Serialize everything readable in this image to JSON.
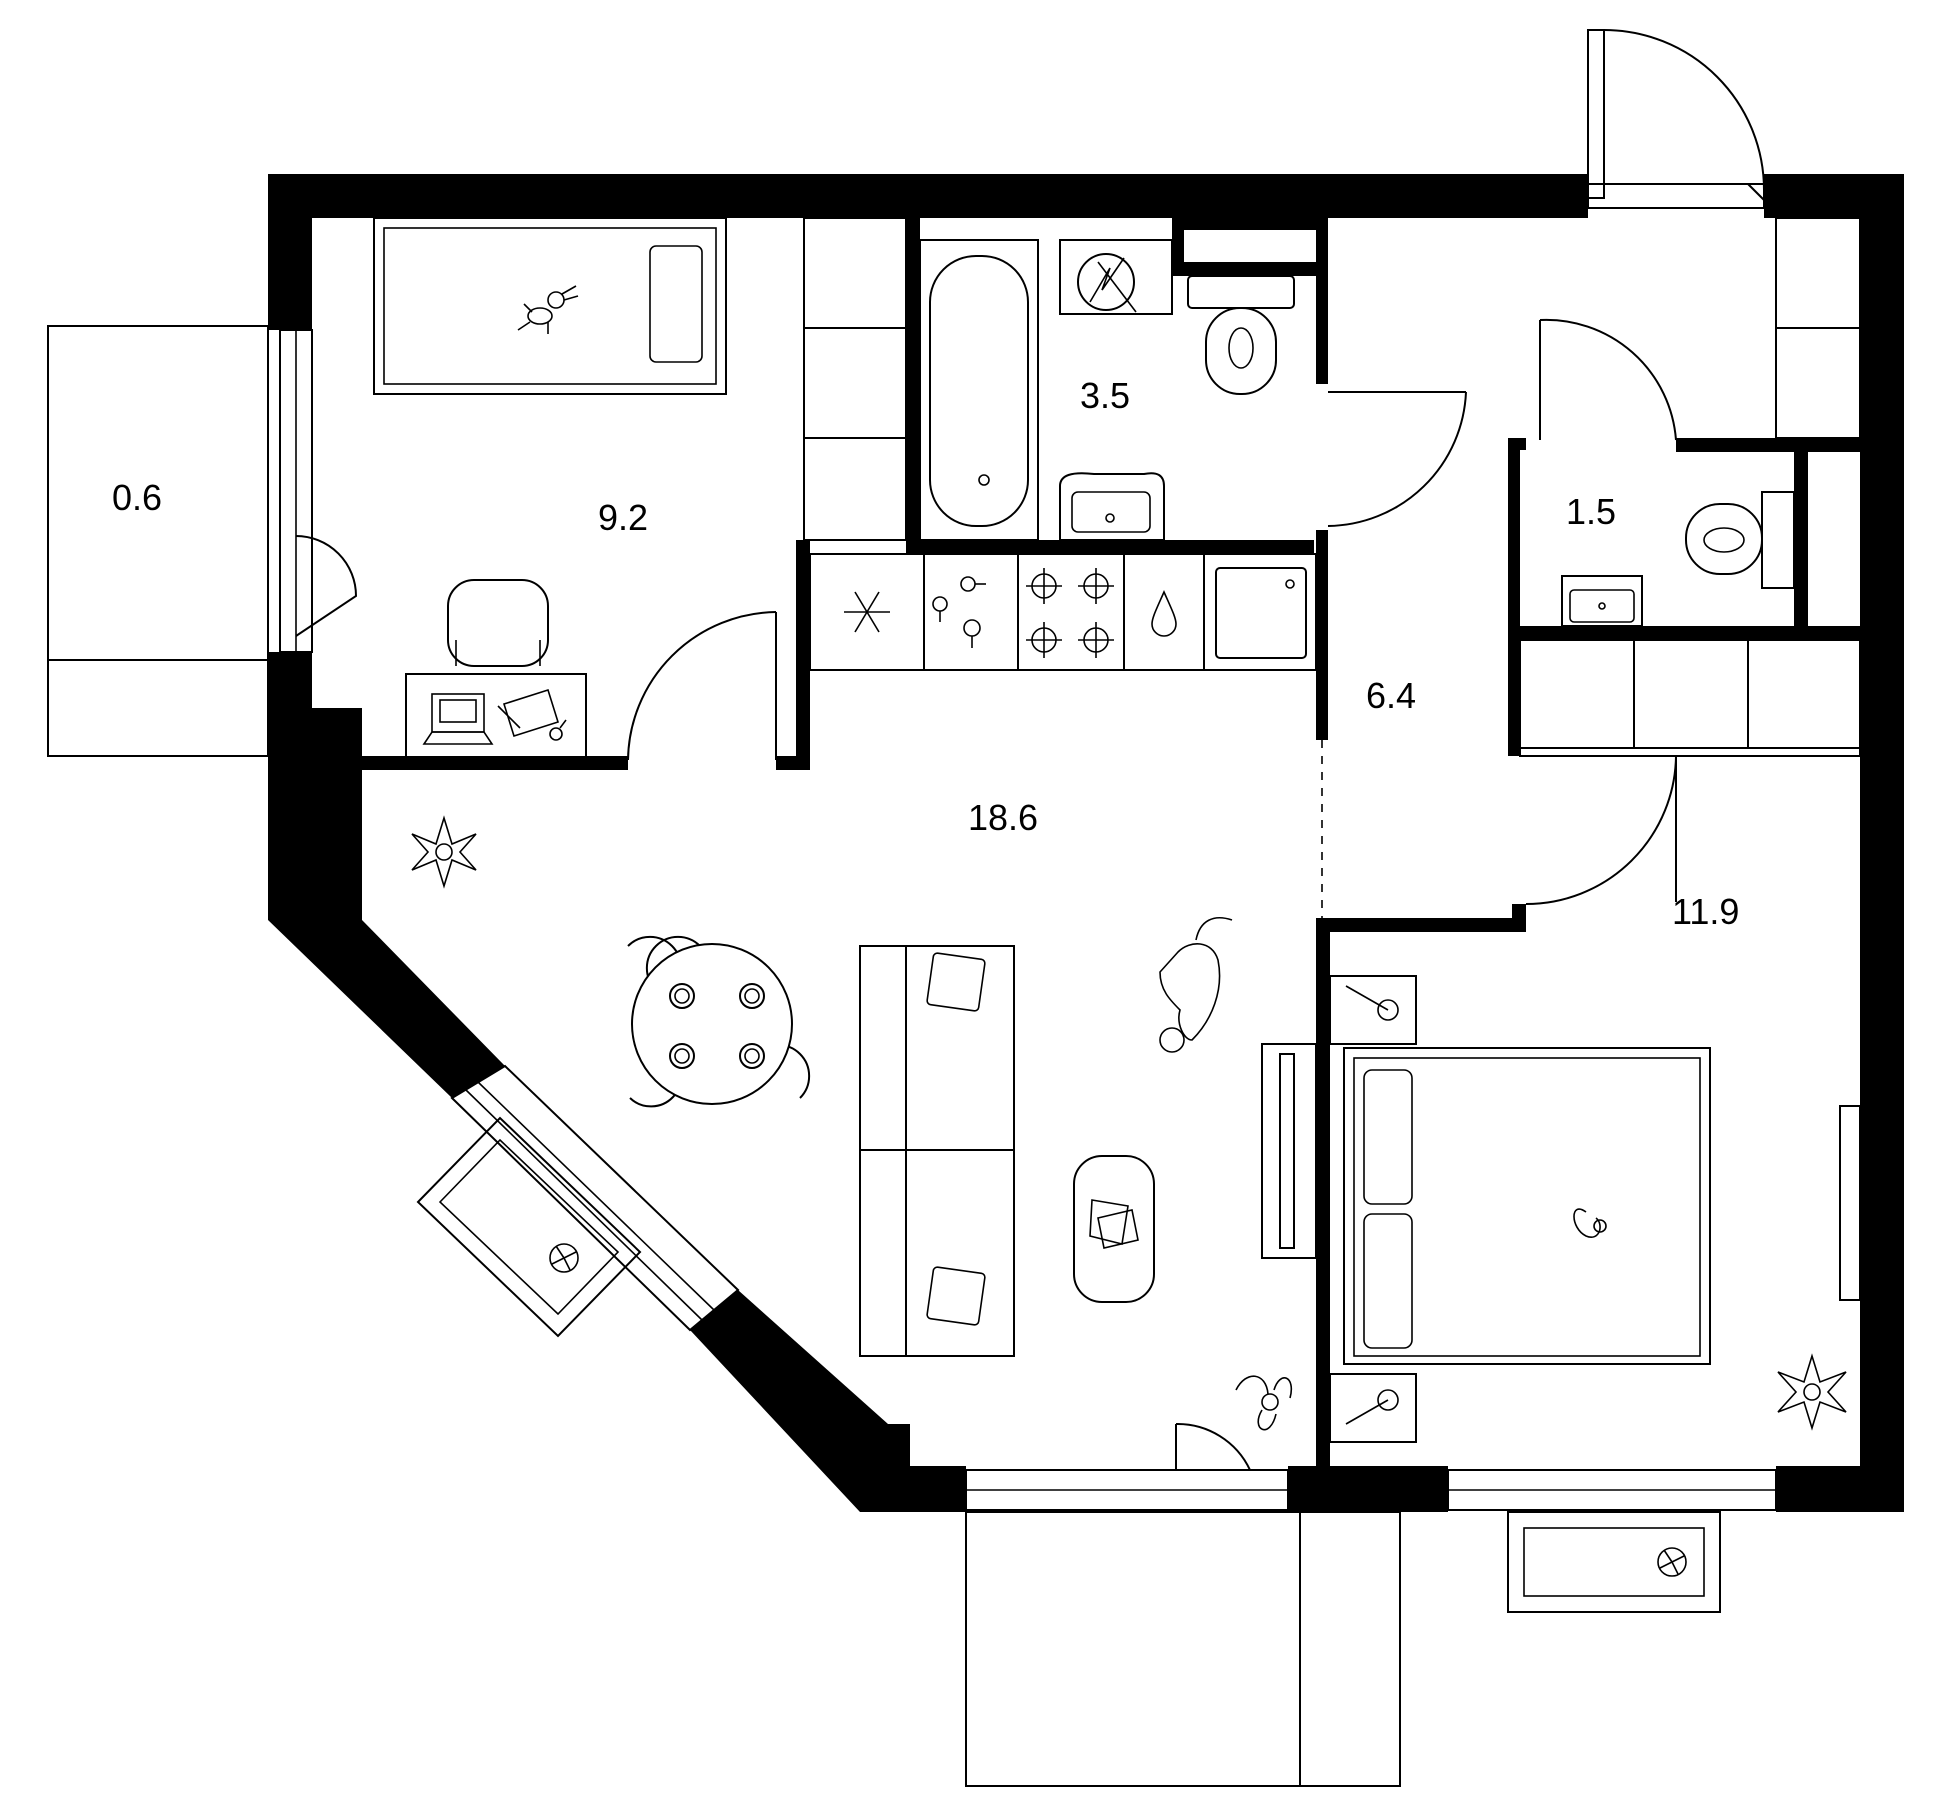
{
  "plan": {
    "colors": {
      "wall": "#000000",
      "line": "#000000",
      "background": "#ffffff"
    },
    "rooms": [
      {
        "id": "balcony-left",
        "area": "0.6"
      },
      {
        "id": "kids-room",
        "area": "9.2"
      },
      {
        "id": "bathroom",
        "area": "3.5"
      },
      {
        "id": "wc",
        "area": "1.5"
      },
      {
        "id": "hallway",
        "area": "6.4"
      },
      {
        "id": "living-kitchen",
        "area": "18.6"
      },
      {
        "id": "bedroom",
        "area": "11.9"
      }
    ],
    "icons": [
      "teddy-icon",
      "fridge-snowflake-icon",
      "stove-icon",
      "sink-drop-icon",
      "plant-icon",
      "dog-icon",
      "cat-icon",
      "fan-icon",
      "laptop-icon"
    ]
  }
}
